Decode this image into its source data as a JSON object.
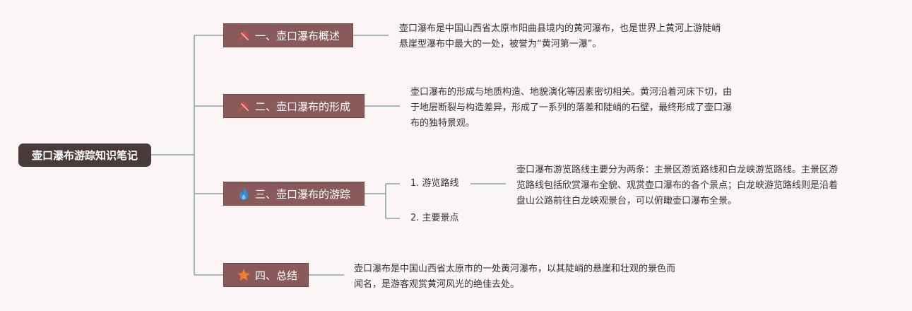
{
  "root": {
    "label": "壶口瀑布游踪知识笔记"
  },
  "branches": [
    {
      "label": "一、壶口瀑布概述",
      "icon": "tools-icon",
      "text_lines": [
        "壶口瀑布是中国山西省太原市阳曲县境内的黄河瀑布，也是世界上黄河上游陡峭",
        "悬崖型瀑布中最大的一处，被誉为“黄河第一瀑”。"
      ]
    },
    {
      "label": "二、壶口瀑布的形成",
      "icon": "tools-icon",
      "text_lines": [
        "壶口瀑布的形成与地质构造、地貌演化等因素密切相关。黄河沿着河床下切，由",
        "于地层断裂与构造差异，形成了一系列的落差和陡峭的石壁，最终形成了壶口瀑",
        "布的独特景观。"
      ]
    },
    {
      "label": "三、壶口瀑布的游踪",
      "icon": "flame-icon",
      "children": [
        {
          "label": "1. 游览路线",
          "text_lines": [
            "壶口瀑布游览路线主要分为两条：主景区游览路线和白龙峡游览路线。主景区游",
            "览路线包括欣赏瀑布全貌、观赏壶口瀑布的各个景点；白龙峡游览路线则是沿着",
            "盘山公路前往白龙峡观景台，可以俯瞰壶口瀑布全景。"
          ]
        },
        {
          "label": "2. 主要景点"
        }
      ]
    },
    {
      "label": "四、总结",
      "icon": "star-icon",
      "text_lines": [
        "壶口瀑布是中国山西省太原市的一处黄河瀑布，以其陡峭的悬崖和壮观的景色而",
        "闻名，是游客观赏黄河风光的绝佳去处。"
      ]
    }
  ],
  "colors": {
    "background": "#fcf5f5",
    "root_fill": "#4a3b3b",
    "branch_fill": "#8a5a5a",
    "connector": "#6b9a8c",
    "flame_icon": "#2d8fd5",
    "star_icon": "#f07d2b",
    "tools_icon": "#e04848"
  }
}
